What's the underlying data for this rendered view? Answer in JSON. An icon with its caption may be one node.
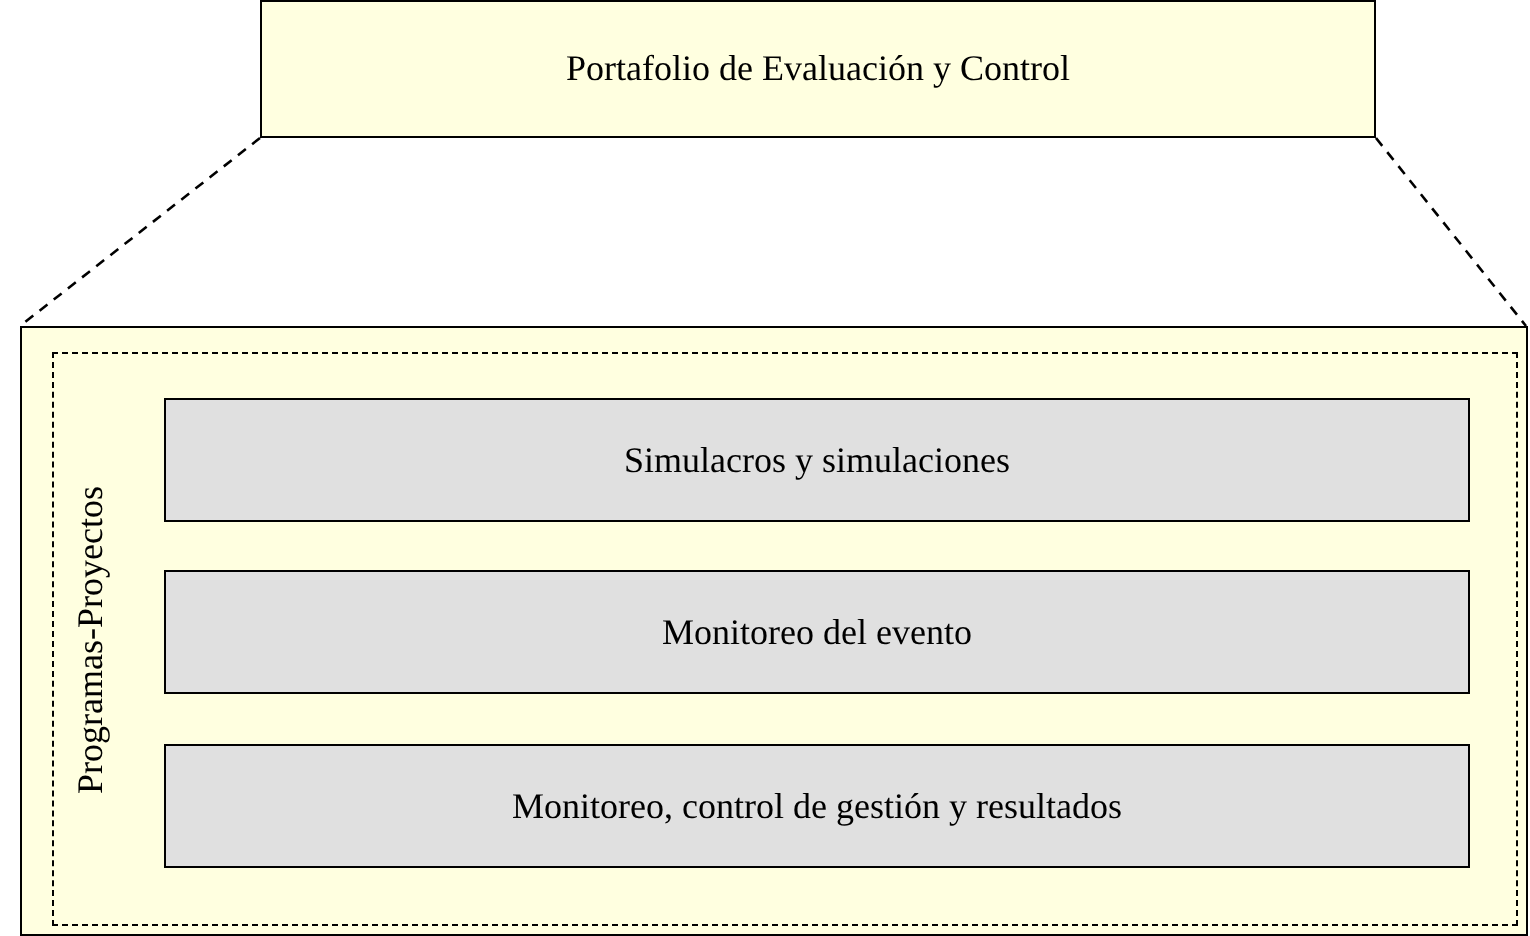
{
  "diagram": {
    "nodes": [
      {
        "text": [
          "Portafolio de Evaluación y Control"
        ]
      },
      {
        "text": [],
        "shape": "box"
      },
      {
        "text": [
          "Programas-Proyectos"
        ],
        "in": 1
      },
      {
        "text": [
          "Simulacros y simulaciones"
        ],
        "in": 2
      },
      {
        "text": [
          "Monitoreo del evento"
        ],
        "in": 2
      },
      {
        "text": [
          "Monitoreo, control de gestión y resultados"
        ],
        "in": 2
      }
    ],
    "edges": [
      {
        "from": 0,
        "to": 1,
        "arrow": "none",
        "style": "dashed"
      },
      {
        "from": 0,
        "to": 1,
        "arrow": "none",
        "style": "dashed"
      }
    ]
  }
}
